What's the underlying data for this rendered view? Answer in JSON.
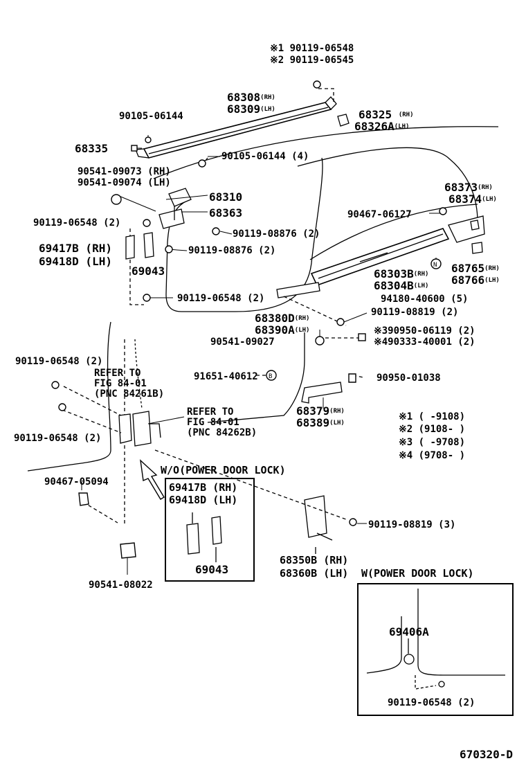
{
  "labels": {
    "n_90119_06548_a": "※1 90119-06548",
    "n_90119_06545": "※2 90119-06545",
    "n_68308": "68308",
    "n_68308_side": "(RH)",
    "n_68309": "68309",
    "n_68309_side": "(LH)",
    "n_90105_06144": "90105-06144",
    "n_68325": "68325",
    "n_68325_side": "(RH)",
    "n_68326a": "68326A",
    "n_68326a_side": "(LH)",
    "n_68335": "68335",
    "n_90105_06144_4": "90105-06144 (4)",
    "n_90541_09073": "90541-09073 (RH)",
    "n_90541_09074": "90541-09074 (LH)",
    "n_68310": "68310",
    "n_68363": "68363",
    "n_68373": "68373",
    "n_68373_side": "(RH)",
    "n_68374": "68374",
    "n_68374_side": "(LH)",
    "n_90119_06548_2a": "90119-06548 (2)",
    "n_90119_08876_2a": "90119-08876 (2)",
    "n_90467_06127": "90467-06127",
    "n_69417b": "69417B (RH)",
    "n_69418d": "69418D (LH)",
    "n_90119_08876_2b": "90119-08876 (2)",
    "n_69043": "69043",
    "n_68765": "68765",
    "n_68765_side": "(RH)",
    "n_68766": "68766",
    "n_68766_side": "(LH)",
    "n_68303b": "68303B",
    "n_68303b_side": "(RH)",
    "n_68304b": "68304B",
    "n_68304b_side": "(LH)",
    "n_94180": "94180-40600 (5)",
    "n_90119_06548_2b": "90119-06548 (2)",
    "n_90119_08819_2": "90119-08819 (2)",
    "n_68380d": "68380D",
    "n_68380d_side": "(RH)",
    "n_68390a": "68390A",
    "n_68390a_side": "(LH)",
    "n_390950": "※390950-06119 (2)",
    "n_490333": "※490333-40001 (2)",
    "n_90541_09027": "90541-09027",
    "n_90119_06548_2c": "90119-06548 (2)",
    "n_refer1_a": "REFER TO",
    "n_refer1_b": "FIG 84-01",
    "n_refer1_c": "(PNC 84261B)",
    "n_91651": "91651-40612",
    "n_90950": "90950-01038",
    "n_refer2_a": "REFER TO",
    "n_refer2_b": "FIG 84-01",
    "n_refer2_c": "(PNC 84262B)",
    "n_68379": "68379",
    "n_68379_side": "(RH)",
    "n_68389": "68389",
    "n_68389_side": "(LH)",
    "n_90119_06548_2d": "90119-06548 (2)",
    "n_note1": "※1 (     -9108)",
    "n_note2": "※2 (9108-     )",
    "n_note3": "※3 (     -9708)",
    "n_note4": "※4 (9708-     )",
    "n_wo_power": "W/O(POWER DOOR LOCK)",
    "n_90467_05094": "90467-05094",
    "n_box_69417b": "69417B (RH)",
    "n_box_69418d": "69418D (LH)",
    "n_box_69043": "69043",
    "n_90119_08819_3": "90119-08819 (3)",
    "n_68350b": "68350B (RH)",
    "n_68360b": "68360B (LH)",
    "n_w_power": "W(POWER DOOR LOCK)",
    "n_90541_08022": "90541-08022",
    "n_69406a": "69406A",
    "n_90119_06548_2e": "90119-06548 (2)",
    "n_figno": "670320-D"
  }
}
